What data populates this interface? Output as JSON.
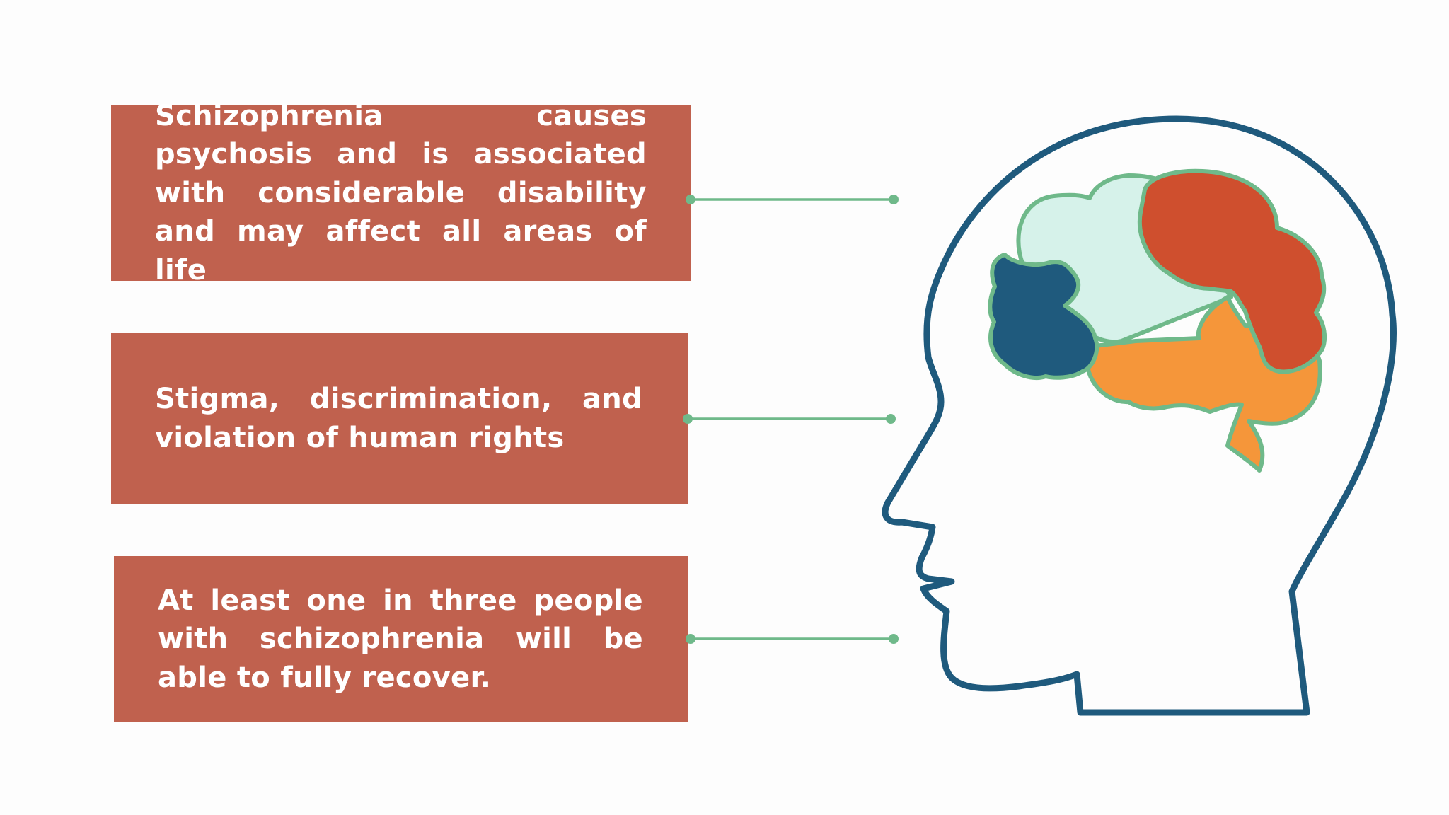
{
  "panels": [
    {
      "text": "Schizophrenia causes psychosis and is associated with considerable disability and may affect all areas of life"
    },
    {
      "text": "Stigma, discrimination, and violation of human rights"
    },
    {
      "text": "At least one in three people with schizophrenia will be able to fully recover."
    }
  ],
  "colors": {
    "panel": "#c0614e",
    "text": "#ffffff",
    "connector": "#6fb98a",
    "head_outline": "#1f5a7d",
    "brain_outline": "#6fb98a",
    "brain_mint": "#d6f2ea",
    "brain_red": "#cf4f2e",
    "brain_blue": "#1f5a7d",
    "brain_orange": "#f5963a"
  },
  "icons": [
    "human-head-profile-icon",
    "brain-icon"
  ]
}
